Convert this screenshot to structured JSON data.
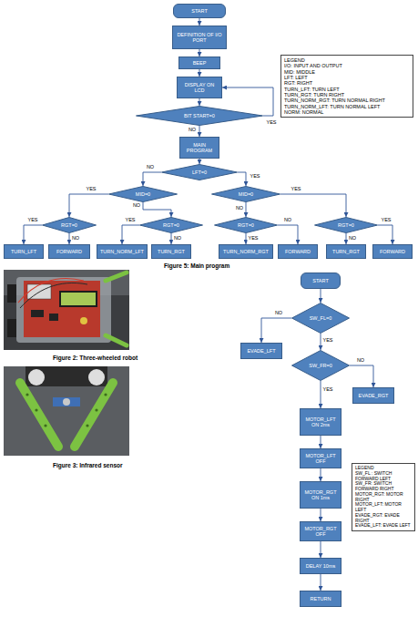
{
  "diagram": {
    "nodes": [
      {
        "text": [
          "START"
        ]
      },
      {
        "text": [
          "DEFINITION OF I/O PORT"
        ]
      },
      {
        "text": [
          "BEEP"
        ]
      },
      {
        "text": [
          "DISPLAY ON LCD"
        ]
      },
      {
        "text": [
          "BIT START=0"
        ]
      },
      {
        "text": [
          "MAIN PROGRAM"
        ]
      },
      {
        "text": [
          "LFT=0"
        ]
      },
      {
        "text": [
          "MID=0"
        ]
      },
      {
        "text": [
          "MID=0"
        ]
      },
      {
        "text": [
          "RGT=0"
        ]
      },
      {
        "text": [
          "RGT=0"
        ]
      },
      {
        "text": [
          "RGT=0"
        ]
      },
      {
        "text": [
          "RGT=0"
        ]
      },
      {
        "text": [
          "TURN_LFT"
        ]
      },
      {
        "text": [
          "FORWARD"
        ]
      },
      {
        "text": [
          "TURN_NORM_LFT"
        ]
      },
      {
        "text": [
          "TURN_RGT"
        ]
      },
      {
        "text": [
          "TURN_NORM_RGT"
        ]
      },
      {
        "text": [
          "FORWARD"
        ]
      },
      {
        "text": [
          "TURN_RGT"
        ]
      },
      {
        "text": [
          "FORWARD"
        ]
      },
      {
        "text": [
          "START"
        ]
      },
      {
        "text": [
          "SW_FL=0"
        ]
      },
      {
        "text": [
          "EVADE_LFT"
        ]
      },
      {
        "text": [
          "SW_FR=0"
        ]
      },
      {
        "text": [
          "EVADE_RGT"
        ]
      },
      {
        "text": [
          "MOTOR_LFT ON 2ms"
        ]
      },
      {
        "text": [
          "MOTOR_LFT OFF"
        ]
      },
      {
        "text": [
          "MOTOR_RGT ON 1ms"
        ]
      },
      {
        "text": [
          "MOTOR_RGT OFF"
        ]
      },
      {
        "text": [
          "DELAY 10ms"
        ]
      },
      {
        "text": [
          "RETURN"
        ]
      }
    ],
    "edges": [
      {
        "from": 0,
        "to": 1,
        "arrow": "to"
      },
      {
        "from": 1,
        "to": 2,
        "arrow": "to"
      },
      {
        "from": 2,
        "to": 3,
        "arrow": "to"
      },
      {
        "from": 3,
        "to": 4,
        "arrow": "to"
      },
      {
        "from": 4,
        "to": 5,
        "label": "NO",
        "arrow": "to"
      },
      {
        "from": 4,
        "to": 3,
        "label": "YES",
        "arrow": "to"
      },
      {
        "from": 5,
        "to": 6,
        "arrow": "to"
      },
      {
        "from": 6,
        "to": 7,
        "label": "NO",
        "arrow": "to"
      },
      {
        "from": 6,
        "to": 8,
        "label": "YES",
        "arrow": "to"
      },
      {
        "from": 7,
        "to": 9,
        "label": "YES",
        "arrow": "to"
      },
      {
        "from": 7,
        "to": 10,
        "label": "NO",
        "arrow": "to"
      },
      {
        "from": 8,
        "to": 11,
        "label": "NO",
        "arrow": "to"
      },
      {
        "from": 8,
        "to": 12,
        "label": "YES",
        "arrow": "to"
      },
      {
        "from": 9,
        "to": 13,
        "label": "YES",
        "arrow": "to"
      },
      {
        "from": 9,
        "to": 14,
        "label": "NO",
        "arrow": "to"
      },
      {
        "from": 10,
        "to": 15,
        "label": "YES",
        "arrow": "to"
      },
      {
        "from": 10,
        "to": 16,
        "label": "NO",
        "arrow": "to"
      },
      {
        "from": 11,
        "to": 17,
        "label": "YES",
        "arrow": "to"
      },
      {
        "from": 11,
        "to": 18,
        "label": "NO",
        "arrow": "to"
      },
      {
        "from": 12,
        "to": 19,
        "label": "NO",
        "arrow": "to"
      },
      {
        "from": 12,
        "to": 20,
        "label": "YES",
        "arrow": "to"
      },
      {
        "from": 21,
        "to": 22,
        "arrow": "to"
      },
      {
        "from": 22,
        "to": 23,
        "label": "NO",
        "arrow": "to"
      },
      {
        "from": 22,
        "to": 24,
        "label": "YES",
        "arrow": "to"
      },
      {
        "from": 24,
        "to": 25,
        "label": "NO",
        "arrow": "to"
      },
      {
        "from": 24,
        "to": 26,
        "label": "YES",
        "arrow": "to"
      },
      {
        "from": 26,
        "to": 27,
        "arrow": "to"
      },
      {
        "from": 27,
        "to": 28,
        "arrow": "to"
      },
      {
        "from": 28,
        "to": 29,
        "arrow": "to"
      },
      {
        "from": 29,
        "to": 30,
        "arrow": "to"
      },
      {
        "from": 30,
        "to": 31,
        "arrow": "to"
      }
    ],
    "labels": [
      "LEGEND",
      "Figure 5: Main program",
      "Figure 2: Three-wheeled robot",
      "LEGEND",
      "Figure 3: Infrared sensor"
    ],
    "legend": [
      {
        "text": "I/O: INPUT AND OUTPUT"
      },
      {
        "text": "MID: MIDDLE"
      },
      {
        "text": "LFT: LEFT"
      },
      {
        "text": "RGT: RIGHT"
      },
      {
        "text": "TURN_LFT: TURN LEFT"
      },
      {
        "text": "TURN_RGT: TURN RIGHT"
      },
      {
        "text": "TURN_NORM_RGT: TURN NORMAL RIGHT"
      },
      {
        "text": "TURN_NORM_LFT: TURN NORMAL LEFT"
      },
      {
        "text": "NORM: NORMAL"
      },
      {
        "text": "SW_FL : SWITCH FORWARD LEFT"
      },
      {
        "text": "SW_FR: SWITCH FORWARD RIGHT"
      },
      {
        "text": "MOTOR_RGT: MOTOR RIGHT"
      },
      {
        "text": "MOTOR_LFT: MOTOR LEFT"
      },
      {
        "text": "EVADE_RGT: EVADE RIGHT"
      },
      {
        "text": "EVADE_LFT: EVADE LEFT"
      }
    ]
  }
}
